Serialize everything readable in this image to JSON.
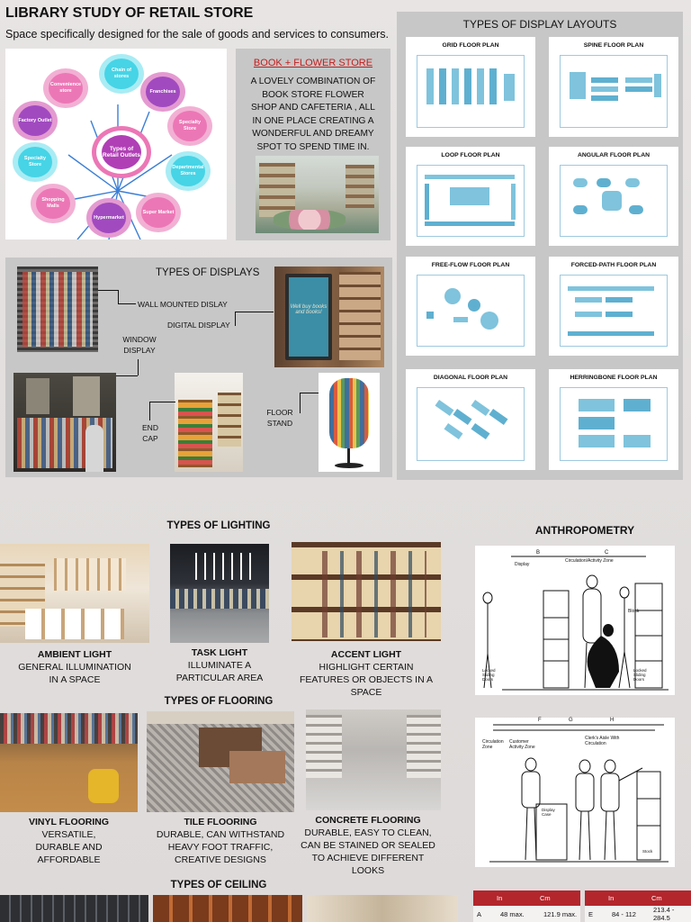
{
  "header": {
    "title": "LIBRARY STUDY OF RETAIL STORE",
    "subtitle": "Space specifically designed for the sale of goods and services to consumers."
  },
  "outlets": {
    "center": "Types of Retail Outlets",
    "items": [
      "Chain of stores",
      "Franchises",
      "Specialty Store",
      "Departmental Stores",
      "Super Market",
      "Hypermarket",
      "Shopping Malls",
      "Specialty Store",
      "Factory Outlet",
      "Convenience store"
    ]
  },
  "book_flower": {
    "heading": "BOOK + FLOWER STORE",
    "text": "A LOVELY COMBINATION OF BOOK STORE FLOWER SHOP AND CAFETERIA  , ALL IN ONE PLACE  CREATING A WONDERFUL AND DREAMY SPOT TO SPEND TIME IN."
  },
  "displays": {
    "heading": "TYPES OF DISPLAYS",
    "wall": "WALL MOUNTED DISLAY",
    "digital": "DIGITAL DISPLAY",
    "window": "WINDOW DISPLAY",
    "endcap": "END CAP",
    "floor": "FLOOR STAND",
    "sign_text": "Well buy books and books!"
  },
  "layouts": {
    "heading": "TYPES OF DISPLAY LAYOUTS",
    "plans": [
      "GRID FLOOR PLAN",
      "SPINE FLOOR PLAN",
      "LOOP FLOOR PLAN",
      "ANGULAR FLOOR PLAN",
      "FREE-FLOW FLOOR PLAN",
      "FORCED-PATH FLOOR PLAN",
      "DIAGONAL FLOOR PLAN",
      "HERRINGBONE FLOOR PLAN"
    ]
  },
  "lighting": {
    "heading": "TYPES OF LIGHTING",
    "items": [
      {
        "name": "AMBIENT LIGHT",
        "desc": "GENERAL ILLUMINATION IN A SPACE"
      },
      {
        "name": "TASK LIGHT",
        "desc": "ILLUMINATE A PARTICULAR AREA"
      },
      {
        "name": "ACCENT LIGHT",
        "desc": "HIGHLIGHT CERTAIN FEATURES OR OBJECTS IN A SPACE"
      }
    ]
  },
  "flooring": {
    "heading": "TYPES OF FLOORING",
    "items": [
      {
        "name": "VINYL FLOORING",
        "desc": "VERSATILE, DURABLE AND AFFORDABLE"
      },
      {
        "name": "TILE FLOORING",
        "desc": "DURABLE, CAN WITHSTAND HEAVY FOOT TRAFFIC, CREATIVE DESIGNS"
      },
      {
        "name": "CONCRETE FLOORING",
        "desc": "DURABLE, EASY TO CLEAN, CAN BE STAINED OR SEALED TO ACHIEVE DIFFERENT LOOKS"
      }
    ]
  },
  "ceiling": {
    "heading": "TYPES OF CEILING"
  },
  "anthropometry": {
    "heading": "ANTHROPOMETRY",
    "fig1_labels": [
      "Display",
      "Circulation/Activity Zone",
      "Locked Sliding Doors",
      "Block",
      "Locked Sliding Doors",
      "B",
      "C"
    ],
    "fig2_labels": [
      "Circulation Zone",
      "Customer Activity Zone",
      "Clerk's Aisle With Circulation",
      "Display Case",
      "Stock",
      "F",
      "G",
      "H"
    ]
  },
  "table": {
    "left": {
      "headers": [
        "",
        "In",
        "Cm"
      ],
      "rows": [
        [
          "A",
          "48 max.",
          "121.9 max."
        ]
      ]
    },
    "right": {
      "headers": [
        "",
        "In",
        "Cm"
      ],
      "rows": [
        [
          "E",
          "84 - 112",
          "213.4 - 284.5"
        ]
      ]
    },
    "header_color": "#b3262c"
  }
}
